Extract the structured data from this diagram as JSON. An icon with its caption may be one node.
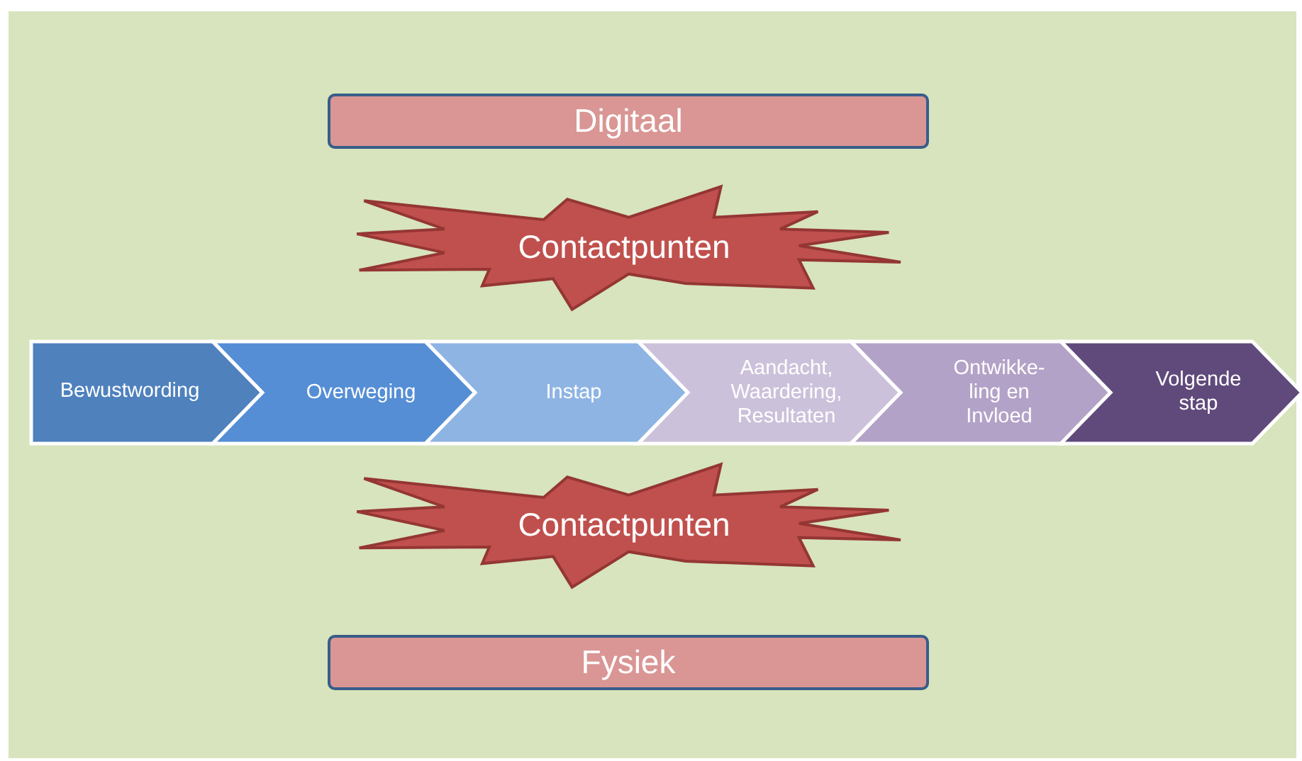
{
  "diagram": {
    "nodes": [
      {
        "text": [
          "Digitaal"
        ]
      },
      {
        "text": [
          "Contactpunten"
        ]
      },
      {
        "text": [
          "Bewustwording"
        ]
      },
      {
        "text": [
          "Overweging"
        ]
      },
      {
        "text": [
          "Instap"
        ]
      },
      {
        "text": [
          "Aandacht, Waardering, Resultaten"
        ]
      },
      {
        "text": [
          "Ontwikke- ling en Invloed"
        ]
      },
      {
        "text": [
          "Volgende stap"
        ]
      },
      {
        "text": [
          "Contactpunten"
        ]
      },
      {
        "text": [
          "Fysiek"
        ]
      }
    ]
  }
}
